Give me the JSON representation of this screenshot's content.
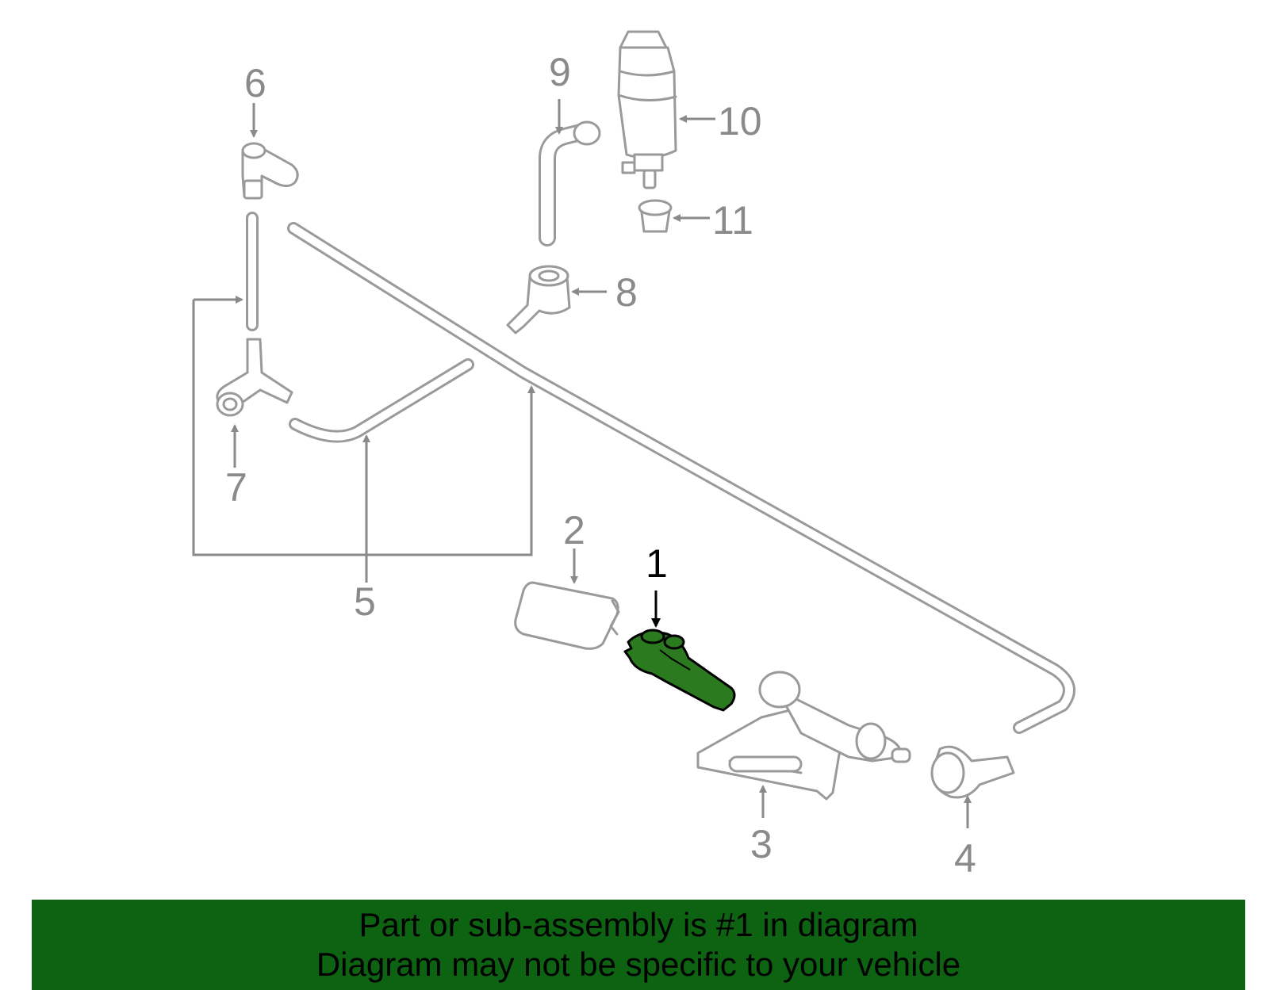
{
  "colors": {
    "highlight": "#2c7a1f",
    "banner_bg": "#0d6312",
    "part_stroke": "#9a9a9a",
    "callout_text": "#8a8a8a",
    "selected_callout": "#000000"
  },
  "callouts": {
    "c1": "1",
    "c2": "2",
    "c3": "3",
    "c4": "4",
    "c5": "5",
    "c6": "6",
    "c7": "7",
    "c8": "8",
    "c9": "9",
    "c10": "10",
    "c11": "11"
  },
  "selected_part": "1",
  "banner": {
    "line1": "Part or sub-assembly is #1 in diagram",
    "line2": "Diagram may not be specific to your vehicle"
  }
}
